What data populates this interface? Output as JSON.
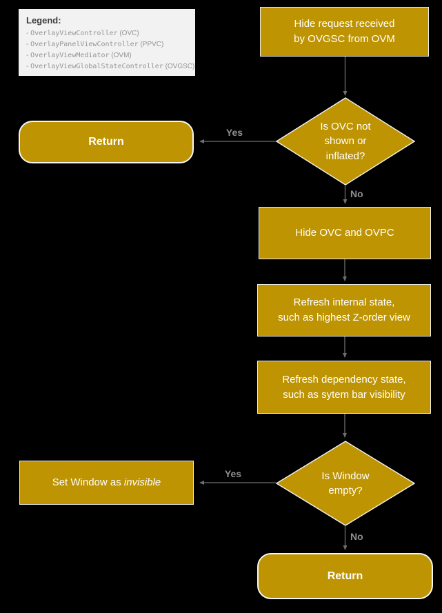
{
  "colors": {
    "background": "#000000",
    "node_fill": "#BE9402",
    "node_border": "#EDEDED",
    "node_text": "#FFFFFF",
    "arrow": "#6F6F6F",
    "edge_label": "#8F8F8F",
    "legend_background": "#F2F2F2",
    "legend_title": "#3D3D3D",
    "legend_text": "#949494"
  },
  "legend": {
    "title": "Legend:",
    "bullet": "-",
    "items": [
      {
        "name": "OverlayViewController",
        "abbr": "(OVC)"
      },
      {
        "name": "OverlayPanelViewController",
        "abbr": "(PPVC)"
      },
      {
        "name": "OverlayViewMediator",
        "abbr": "(OVM)"
      },
      {
        "name": "OverlayViewGlobalStateController",
        "abbr": "(OVGSC)"
      }
    ]
  },
  "nodes": {
    "start": {
      "text": "Hide request received\nby OVGSC from OVM"
    },
    "decision_ovc": {
      "text": "Is OVC not\nshown or\ninflated?"
    },
    "return_top": {
      "label": "Return"
    },
    "hide_ovc": {
      "text": "Hide OVC and OVPC"
    },
    "refresh_internal": {
      "text": "Refresh internal state,\nsuch as highest Z-order view"
    },
    "refresh_dependency": {
      "text": "Refresh dependency state,\nsuch as sytem bar visibility"
    },
    "decision_window": {
      "text": "Is Window\nempty?"
    },
    "set_window": {
      "prefix": "Set Window as ",
      "emphasis": "invisible"
    },
    "return_bottom": {
      "label": "Return"
    }
  },
  "edge_labels": {
    "yes_top": "Yes",
    "no_top": "No",
    "yes_bottom": "Yes",
    "no_bottom": "No"
  }
}
